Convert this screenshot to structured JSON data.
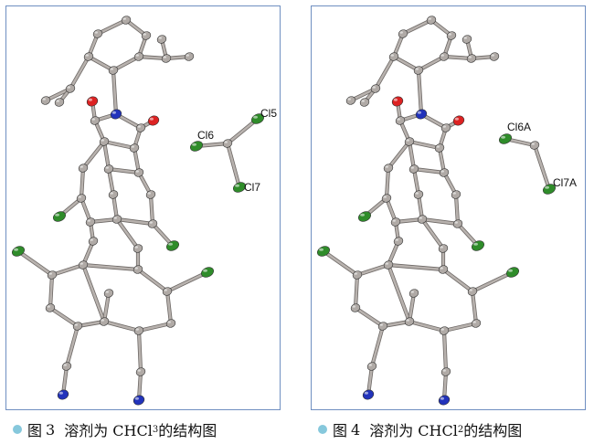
{
  "panels": [
    {
      "atom_labels": [
        "Cl5",
        "Cl6",
        "Cl7"
      ],
      "caption": {
        "prefix": "图",
        "number": "3",
        "text_before": "溶剂为 CHCl",
        "subscript": "3",
        "text_after": " 的结构图"
      }
    },
    {
      "atom_labels": [
        "Cl6A",
        "Cl7A"
      ],
      "caption": {
        "prefix": "图",
        "number": "4",
        "text_before": "溶剂为 CHCl",
        "subscript": "2",
        "text_after": " 的结构图"
      }
    }
  ],
  "colors": {
    "border": "#6f8fc1",
    "carbon": "#b0aaa6",
    "nitrogen": "#2233bb",
    "oxygen": "#dd2222",
    "chlorine": "#2f8c2a",
    "bond": "#b8b2ae",
    "bullet": "#86c8dc"
  }
}
